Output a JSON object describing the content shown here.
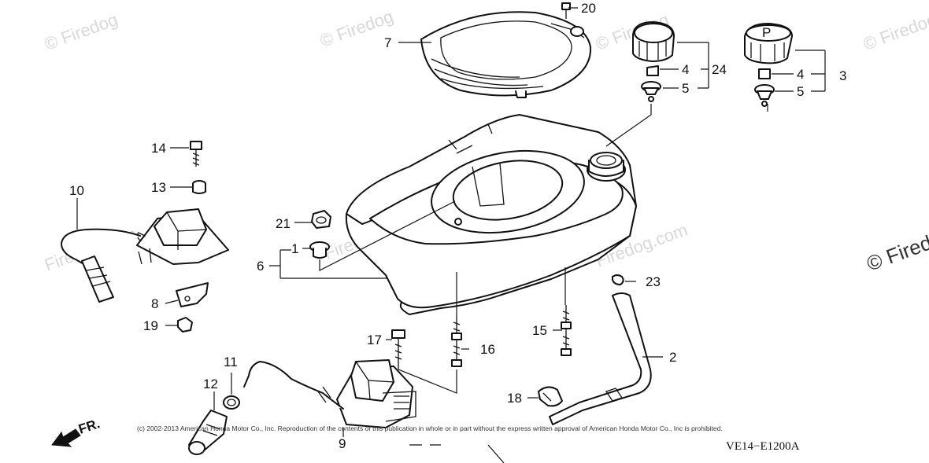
{
  "watermark": "© Firedog",
  "watermark_tilted": "Firedog.com",
  "watermark_edge": "© Fired",
  "copyright": "(c) 2002-2013 American Honda Motor Co., Inc. Reproduction of the contents of this publication in whole or in part without the express written approval of American Honda Motor Co., Inc is prohibited.",
  "diagram_code": "VE14−E1200A",
  "front_arrow": "FR.",
  "fuel_cap_mark": "P",
  "callouts": {
    "c1": "1",
    "c2": "2",
    "c3": "3",
    "c4a": "4",
    "c4b": "4",
    "c5a": "5",
    "c5b": "5",
    "c6": "6",
    "c7": "7",
    "c8": "8",
    "c9": "9",
    "c10": "10",
    "c11": "11",
    "c12": "12",
    "c13": "13",
    "c14": "14",
    "c15": "15",
    "c16": "16",
    "c17": "17",
    "c18": "18",
    "c19": "19",
    "c20": "20",
    "c21": "21",
    "c23": "23",
    "c24": "24"
  }
}
